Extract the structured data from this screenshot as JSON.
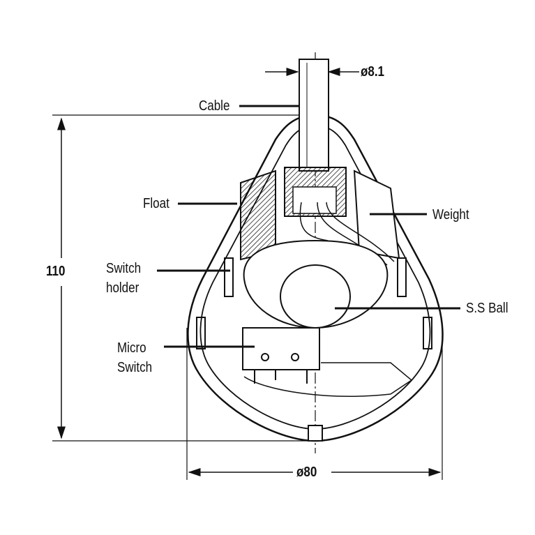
{
  "title": "Float switch cross-section",
  "labels": {
    "cable_diameter": "ø8.1",
    "cable": "Cable",
    "float": "Float",
    "weight": "Weight",
    "height": "110",
    "switch_holder_line1": "Switch",
    "switch_holder_line2": "holder",
    "ss_ball": "S.S Ball",
    "micro_switch_line1": "Micro",
    "micro_switch_line2": "Switch",
    "body_diameter": "ø80"
  },
  "colors": {
    "line": "#111111",
    "background": "#ffffff"
  }
}
